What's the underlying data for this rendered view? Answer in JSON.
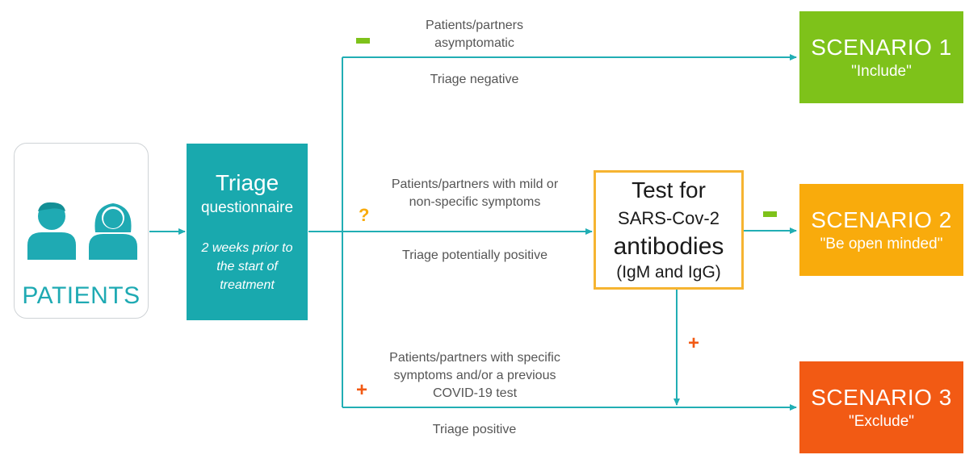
{
  "patients": {
    "label": "PATIENTS"
  },
  "triage": {
    "title": "Triage",
    "subtitle": "questionnaire",
    "note": "2 weeks prior to the start of treatment"
  },
  "test": {
    "line1": "Test for",
    "line2": "SARS-Cov-2",
    "line3": "antibodies",
    "line4": "(IgM and IgG)"
  },
  "paths": {
    "top": {
      "label": "Patients/partners asymptomatic",
      "result": "Triage negative",
      "symbol": "-"
    },
    "middle": {
      "label": "Patients/partners with mild or non-specific symptoms",
      "result": "Triage potentially positive",
      "symbol": "?"
    },
    "bottom": {
      "label": "Patients/partners with specific symptoms and/or a previous COVID-19 test",
      "result": "Triage positive",
      "symbol": "+"
    },
    "test_negative": {
      "symbol": "-"
    },
    "test_positive": {
      "symbol": "+"
    }
  },
  "scenarios": [
    {
      "title": "SCENARIO 1",
      "subtitle": "\"Include\"",
      "color": "#7ec21a"
    },
    {
      "title": "SCENARIO 2",
      "subtitle": "\"Be open minded\"",
      "color": "#f9ab0c"
    },
    {
      "title": "SCENARIO 3",
      "subtitle": "\"Exclude\"",
      "color": "#f25a14"
    }
  ],
  "colors": {
    "connector": "#21aeb4",
    "triage": "#19a9ae",
    "test_border": "#f6b431"
  }
}
